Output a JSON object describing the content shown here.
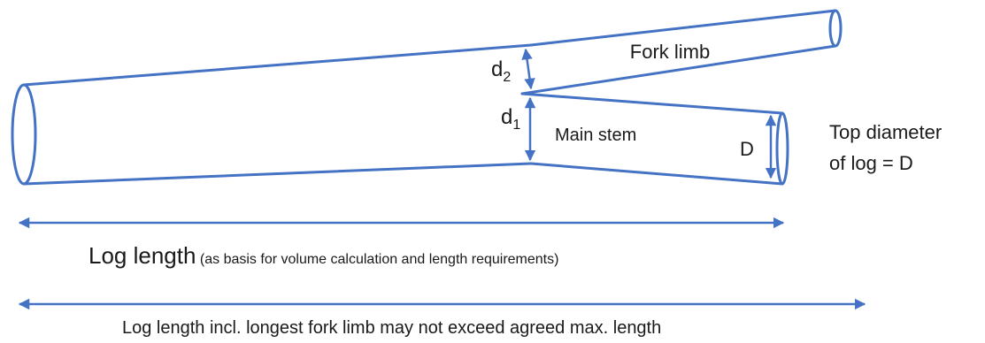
{
  "diagram": {
    "line_color": "#4472C4",
    "text_color": "#1a1a1a",
    "labels": {
      "fork_limb": "Fork limb",
      "d2_base": "d",
      "d2_sub": "2",
      "d1_base": "d",
      "d1_sub": "1",
      "main_stem": "Main stem",
      "top_D": "D",
      "top_diameter_line1": "Top diameter",
      "top_diameter_line2": "of log = D",
      "log_length_main": "Log length",
      "log_length_note": " (as basis for volume calculation and length requirements)",
      "max_length_note": "Log length incl. longest fork limb may not exceed agreed max. length"
    }
  }
}
